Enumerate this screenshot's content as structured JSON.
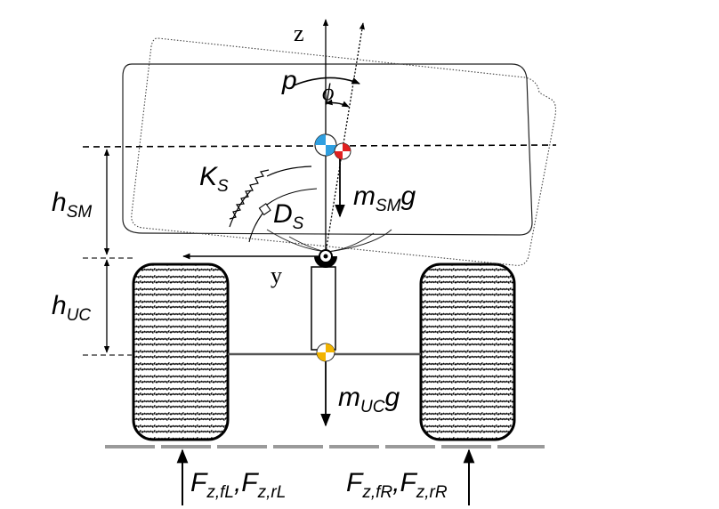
{
  "labels": {
    "z_axis": "z",
    "y_axis": "y",
    "roll_rate": "p",
    "roll_angle": "ϕ",
    "spring": {
      "base": "K",
      "sub": "S"
    },
    "damper": {
      "base": "D",
      "sub": "S"
    },
    "h_sm": {
      "base": "h",
      "sub": "SM"
    },
    "h_uc": {
      "base": "h",
      "sub": "UC"
    },
    "sprung_weight": {
      "base": "m",
      "sub": "SM",
      "tail": "g"
    },
    "unsprung_weight": {
      "base": "m",
      "sub": "UC",
      "tail": "g"
    },
    "force_left": [
      {
        "base": "F",
        "sub": "z,fL"
      },
      {
        "sep": ","
      },
      {
        "base": "F",
        "sub": "z,rL"
      }
    ],
    "force_right": [
      {
        "base": "F",
        "sub": "z,fR"
      },
      {
        "sep": ","
      },
      {
        "base": "F",
        "sub": "z,rR"
      }
    ]
  },
  "colors": {
    "sprung_cog": "#2f9fe0",
    "rolled_cog": "#e02020",
    "unsprung_cog": "#f2b400",
    "line": "#000000",
    "road": "#9a9a9a"
  },
  "icons": [
    "center-of-gravity-icon",
    "roll-center-icon",
    "spring-icon",
    "damper-icon",
    "tire-icon"
  ]
}
